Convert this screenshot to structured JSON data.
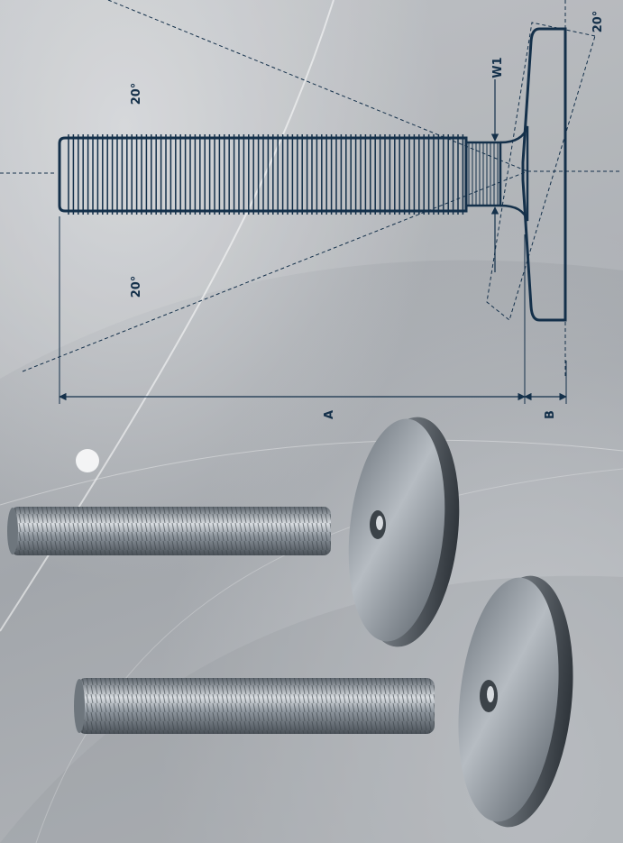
{
  "drawing": {
    "labels": {
      "angle_top": "20°",
      "angle_bottom": "20°",
      "angle_right": "20°",
      "w1": "W1",
      "a": "A",
      "b": "B"
    },
    "stroke_color": "#14304a",
    "dimension_color": "#14304a"
  },
  "photo": {
    "items": [
      "threaded-stud-upper",
      "swivel-base-disc-upper",
      "threaded-stud-lower",
      "swivel-base-disc-lower"
    ],
    "metal_color": "#8e969e"
  }
}
